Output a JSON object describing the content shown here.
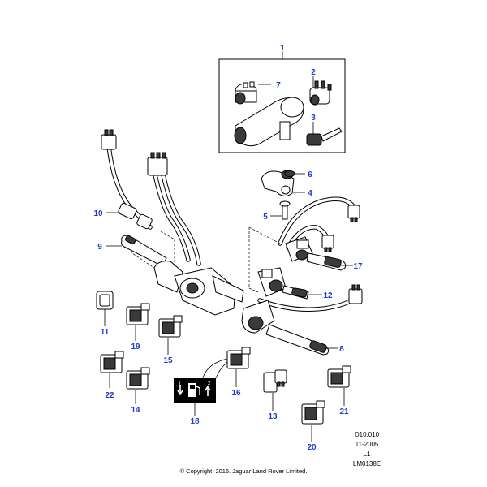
{
  "callouts": {
    "c1": "1",
    "c2": "2",
    "c3": "3",
    "c4": "4",
    "c5": "5",
    "c6": "6",
    "c7": "7",
    "c8": "8",
    "c9": "9",
    "c10": "10",
    "c11": "11",
    "c12": "12",
    "c13": "13",
    "c14": "14",
    "c15": "15",
    "c16": "16",
    "c17": "17",
    "c18": "18",
    "c19": "19",
    "c20": "20",
    "c21": "21",
    "c22": "22"
  },
  "meta": {
    "section": "D10.010",
    "date": "11-2005",
    "level": "L1",
    "drawing_id": "LM0138E"
  },
  "footer": {
    "copyright": "© Copyright, 2016. Jaguar Land Rover Limited."
  },
  "colors": {
    "callout": "#1a3fd0",
    "line": "#000000"
  }
}
